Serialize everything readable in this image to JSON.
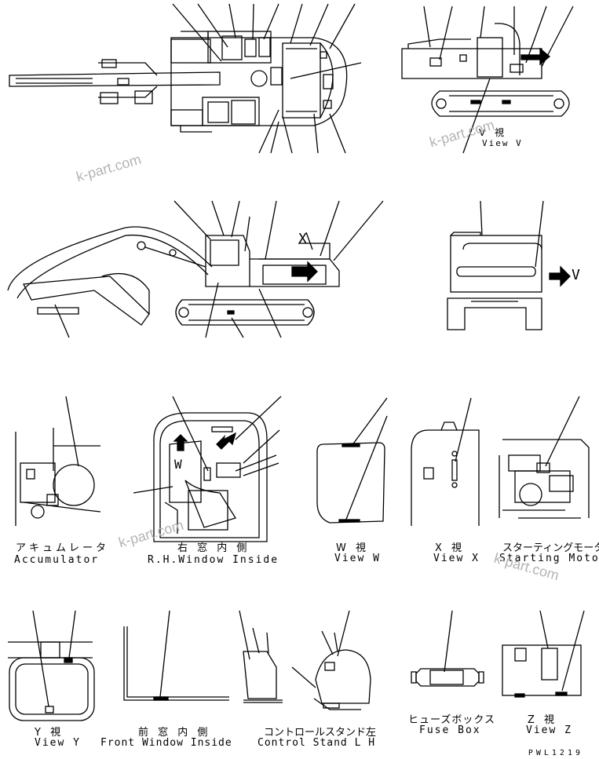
{
  "views": {
    "view_v_top": {
      "jp": "V 視",
      "en": "View V"
    },
    "letter_v": "V",
    "letter_x": "X",
    "letter_w": "W"
  },
  "details": [
    {
      "jp": "アキュムレータ",
      "en": "Accumulator"
    },
    {
      "jp": "右 窓 内 側",
      "en": "R.H.Window Inside"
    },
    {
      "jp": "W 視",
      "en": "View W"
    },
    {
      "jp": "X 視",
      "en": "View X"
    },
    {
      "jp": "スターティングモータ",
      "en": "Starting Motor"
    },
    {
      "jp": "Y 視",
      "en": "View Y"
    },
    {
      "jp": "前 窓 内 側",
      "en": "Front Window Inside"
    },
    {
      "jp": "コントロールスタンド左",
      "en": "Control Stand L H"
    },
    {
      "jp": "ヒューズボックス",
      "en": "Fuse Box"
    },
    {
      "jp": "Z 視",
      "en": "View Z"
    }
  ],
  "watermark": "k-part.com",
  "drawing_code": "PWL1219"
}
